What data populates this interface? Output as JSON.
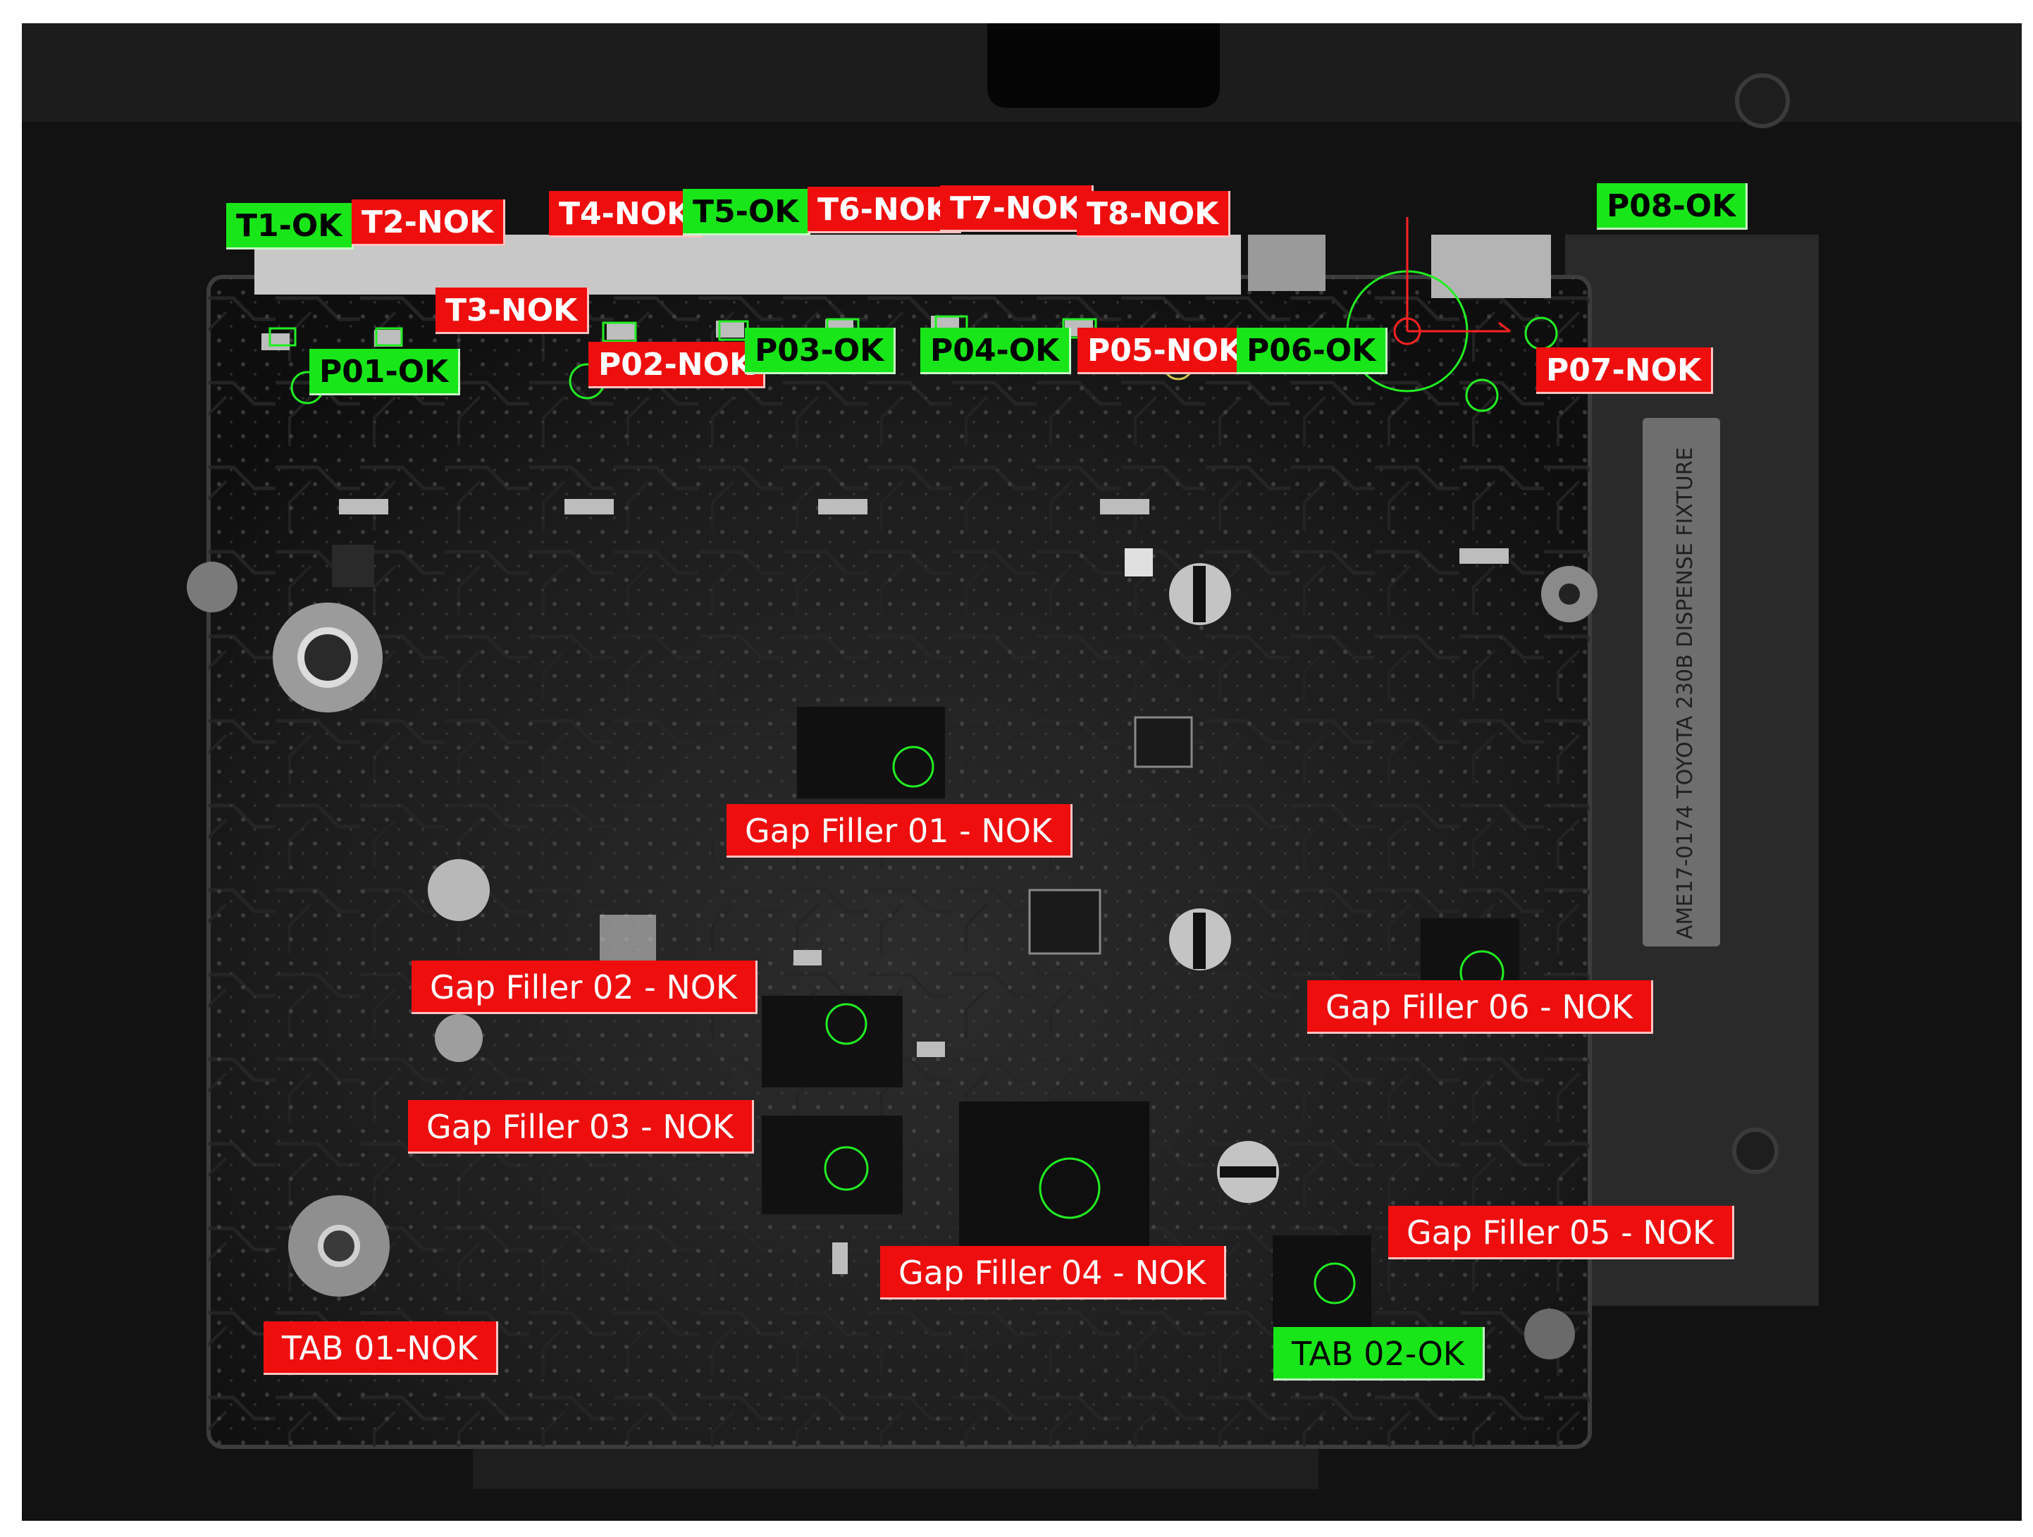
{
  "colors": {
    "ok_fill": "#19e619",
    "nok_fill": "#ee0e0e",
    "marker_green": "#22ee22",
    "marker_red": "#ff2222",
    "board": "#1a1a1a"
  },
  "fixture_sticker": "AME17-0174 TOYOTA 230B DISPENSE FIXTURE",
  "labels": {
    "t1": "T1-OK",
    "t2": "T2-NOK",
    "t3": "T3-NOK",
    "t4": "T4-NOK",
    "t5": "T5-OK",
    "t6": "T6-NOK",
    "t7": "T7-NOK",
    "t8": "T8-NOK",
    "p01": "P01-OK",
    "p02": "P02-NOK",
    "p03": "P03-OK",
    "p04": "P04-OK",
    "p05": "P05-NOK",
    "p06": "P06-OK",
    "p07": "P07-NOK",
    "p08": "P08-OK",
    "gf01": "Gap Filler 01 - NOK",
    "gf02": "Gap Filler 02 - NOK",
    "gf03": "Gap Filler 03 - NOK",
    "gf04": "Gap Filler 04 - NOK",
    "gf05": "Gap Filler 05 - NOK",
    "gf06": "Gap Filler 06 - NOK",
    "tab01": "TAB 01-NOK",
    "tab02": "TAB 02-OK"
  }
}
